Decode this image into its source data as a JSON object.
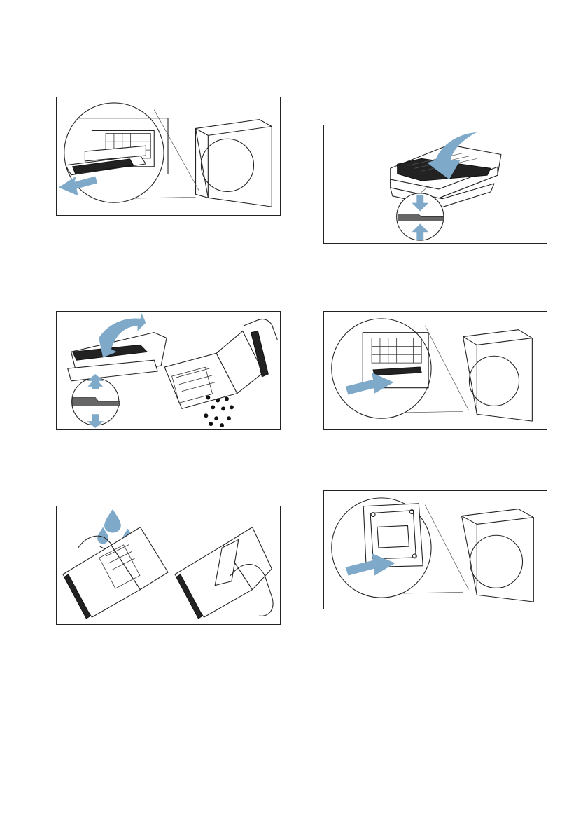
{
  "steps": [
    {
      "id": 1,
      "illustration": "pull-out-fluff-filter",
      "icons": [
        "filter-drawer-icon",
        "pull-arrow-icon",
        "dryer-icon"
      ]
    },
    {
      "id": 2,
      "illustration": "close-filter-lid",
      "icons": [
        "filter-icon",
        "curved-arrow-icon",
        "latch-detail-icon"
      ]
    },
    {
      "id": 3,
      "illustration": "open-filter-remove-fluff",
      "icons": [
        "filter-icon",
        "curved-arrow-icon",
        "latch-detail-icon",
        "hand-icon",
        "fluff-icon"
      ]
    },
    {
      "id": 4,
      "illustration": "insert-fluff-filter",
      "icons": [
        "filter-drawer-icon",
        "push-arrow-icon",
        "dryer-icon"
      ]
    },
    {
      "id": 5,
      "illustration": "rinse-and-wipe-filter",
      "icons": [
        "water-drop-icon",
        "hand-icon",
        "filter-icon",
        "cloth-icon"
      ]
    },
    {
      "id": 6,
      "illustration": "push-filter-cover-closed",
      "icons": [
        "filter-housing-icon",
        "push-arrow-icon",
        "dryer-icon"
      ]
    }
  ],
  "colors": {
    "arrow": "#7fa9c9",
    "line": "#222222",
    "background": "#ffffff"
  }
}
